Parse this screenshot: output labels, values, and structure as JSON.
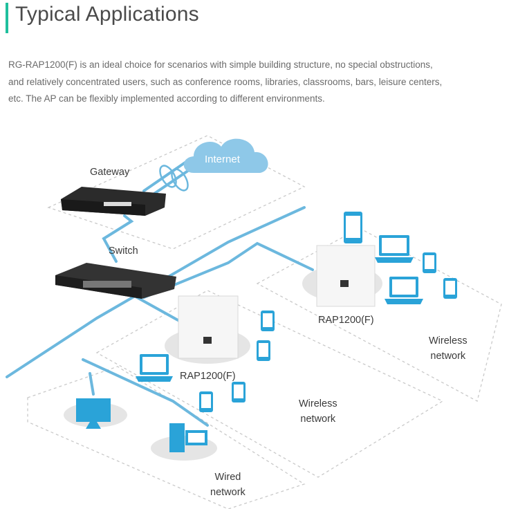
{
  "header": {
    "title": "Typical Applications",
    "accent_color": "#1fbf9d"
  },
  "description": {
    "lines": [
      "RG-RAP1200(F) is an ideal choice for scenarios with simple building structure, no special obstructions,",
      "and relatively concentrated users, such as conference rooms, libraries, classrooms, bars, leisure centers,",
      "etc. The AP can be flexibly implemented according to different environments."
    ]
  },
  "diagram": {
    "internet_label": "Internet",
    "gateway_label": "Gateway",
    "switch_label": "Switch",
    "ap_right_label": "RAP1200(F)",
    "ap_left_label": "RAP1200(F)",
    "wireless_right_label": [
      "Wireless",
      "network"
    ],
    "wireless_center_label": [
      "Wireless",
      "network"
    ],
    "wired_label": [
      "Wired",
      "network"
    ],
    "link_color": "#6cb8de",
    "device_color": "#2aa3d8",
    "icons": [
      "cloud-icon",
      "gateway-icon",
      "switch-icon",
      "access-point-icon",
      "phone-icon",
      "tablet-icon",
      "laptop-icon",
      "monitor-icon",
      "desktop-pc-icon"
    ]
  }
}
